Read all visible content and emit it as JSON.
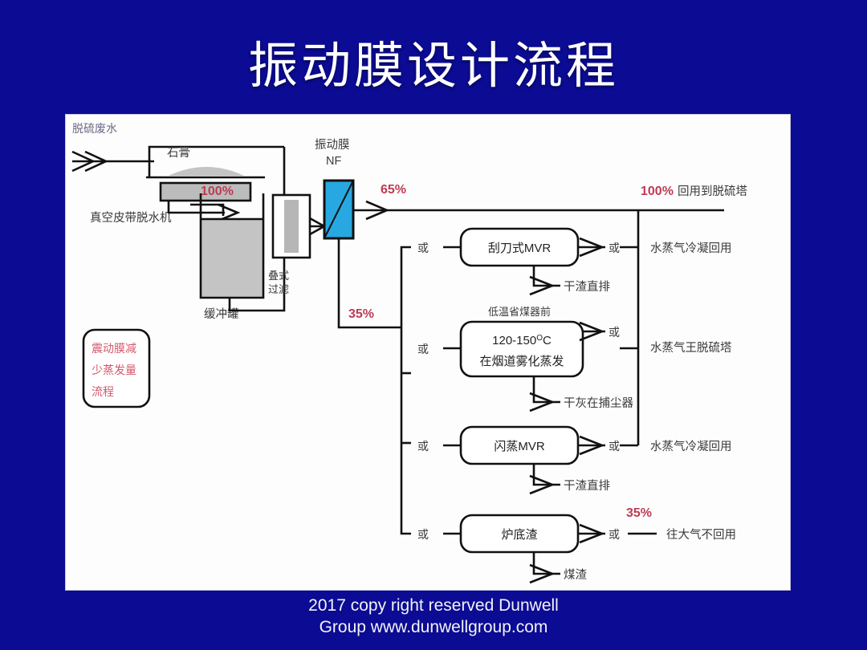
{
  "slide": {
    "title": "振动膜设计流程",
    "background_color": "#0B0B93",
    "panel_color": "#fdfdfd",
    "accent_red": "#BE3B55",
    "note_red": "#D4586B"
  },
  "footer": {
    "line1": "2017 copy right reserved Dunwell",
    "line2": "Group www.dunwellgroup.com"
  },
  "diagram": {
    "inlet_label": "脱硫废水",
    "gypsum_label": "石膏",
    "dehydrator_label": "真空皮带脱水机",
    "buffer_tank_label": "缓冲罐",
    "stack_filter_label_1": "叠式",
    "stack_filter_label_2": "过滤",
    "membrane_label_1": "振动膜",
    "membrane_label_2": "NF",
    "pct_feed": "100%",
    "pct_permeate": "65%",
    "pct_concentrate": "35%",
    "pct_reuse": "100%",
    "reuse_label": "回用到脱硫塔",
    "pct_atmosphere": "35%",
    "note_box": {
      "line1": "震动膜减",
      "line2": "少蒸发量",
      "line3": "流程"
    },
    "or_label": "或",
    "branches": [
      {
        "or_left": "或",
        "process": "刮刀式MVR",
        "process_caption": "",
        "or_right": "或",
        "outlet": "水蒸气冷凝回用",
        "residue": "干渣直排"
      },
      {
        "or_left": "或",
        "process_line1": "120-150",
        "process_unit": "O",
        "process_line1_tail": "C",
        "process_line2": "在烟道雾化蒸发",
        "process_caption": "低温省煤器前",
        "or_right": "或",
        "outlet": "水蒸气王脱硫塔",
        "residue": "干灰在捕尘器"
      },
      {
        "or_left": "或",
        "process": "闪蒸MVR",
        "process_caption": "",
        "or_right": "或",
        "outlet": "水蒸气冷凝回用",
        "residue": "干渣直排"
      },
      {
        "or_left": "或",
        "process": "炉底渣",
        "process_caption": "",
        "or_right": "或",
        "outlet": "往大气不回用",
        "residue": "煤渣"
      }
    ]
  }
}
